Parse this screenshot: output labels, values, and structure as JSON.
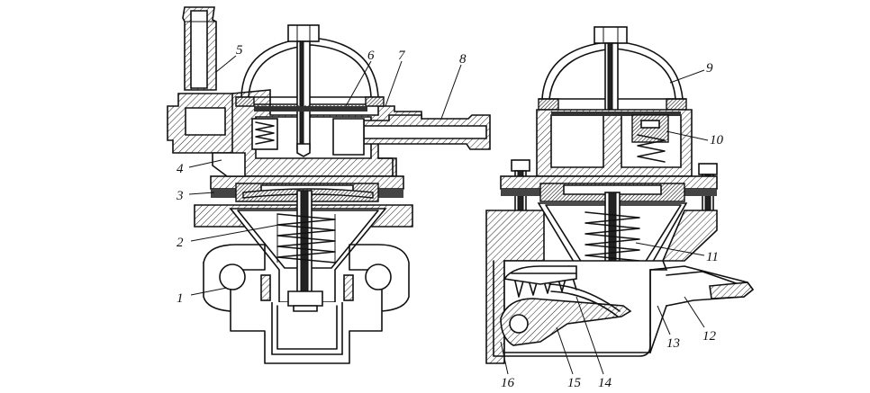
{
  "figure": {
    "callouts": [
      {
        "id": "c1",
        "label": "1"
      },
      {
        "id": "c2",
        "label": "2"
      },
      {
        "id": "c3",
        "label": "3"
      },
      {
        "id": "c4",
        "label": "4"
      },
      {
        "id": "c5",
        "label": "5"
      },
      {
        "id": "c6",
        "label": "6"
      },
      {
        "id": "c7",
        "label": "7"
      },
      {
        "id": "c8",
        "label": "8"
      },
      {
        "id": "c9",
        "label": "9"
      },
      {
        "id": "c10",
        "label": "10"
      },
      {
        "id": "c11",
        "label": "11"
      },
      {
        "id": "c12",
        "label": "12"
      },
      {
        "id": "c13",
        "label": "13"
      },
      {
        "id": "c14",
        "label": "14"
      },
      {
        "id": "c15",
        "label": "15"
      },
      {
        "id": "c16",
        "label": "16"
      }
    ]
  }
}
